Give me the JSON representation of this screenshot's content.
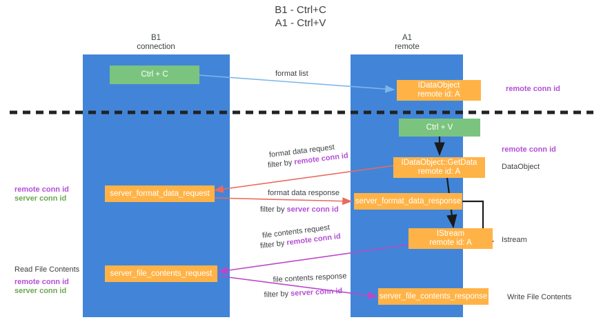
{
  "title": {
    "line1": "B1 - Ctrl+C",
    "line2": "A1 - Ctrl+V"
  },
  "columns": {
    "left": {
      "name": "B1",
      "role": "connection"
    },
    "right": {
      "name": "A1",
      "role": "remote"
    }
  },
  "colors": {
    "lane": "#4285d8",
    "green_box": "#7bc47f",
    "orange_box": "#ffb347",
    "magenta_text": "#b34fd6",
    "green_text": "#6aa84f",
    "blue_arrow": "#7eb6e8",
    "red_arrow": "#ea6a5e",
    "black_arrow": "#1a1a1a",
    "divider": "#222222"
  },
  "boxes": {
    "ctrl_c": "Ctrl + C",
    "ctrl_v": "Ctrl + V",
    "idataobject": "IDataObject\nremote id: A",
    "idataobject_getdata": "IDataObject::GetData\nremote id: A",
    "istream": "IStream\nremote id: A",
    "server_format_data_request": "server_format_data_request",
    "server_format_data_response": "server_format_data_response",
    "server_file_contents_request": "server_file_contents_request",
    "server_file_contents_response": "server_file_contents_response"
  },
  "arrow_labels": {
    "format_list": "format list",
    "format_data_request": "format data request",
    "format_data_request_filter_prefix": "filter by ",
    "format_data_request_filter_key": "remote conn id",
    "format_data_response": "format data response",
    "format_data_response_filter_prefix": "filter by ",
    "format_data_response_filter_key": "server conn id",
    "file_contents_request": "file contents request",
    "file_contents_request_filter_prefix": "filter by ",
    "file_contents_request_filter_key": "remote conn id",
    "file_contents_response": "file contents response",
    "file_contents_response_filter_prefix": "filter by ",
    "file_contents_response_filter_key": "server conn id"
  },
  "left_annotations": {
    "remote_conn_id": "remote conn id",
    "server_conn_id": "server conn id",
    "read_file_contents": "Read File Contents",
    "remote_conn_id_2": "remote conn id",
    "server_conn_id_2": "server conn id"
  },
  "right_annotations": {
    "remote_conn_id_top": "remote conn id",
    "remote_conn_id_mid": "remote conn id",
    "dataobject": "DataObject",
    "istream": "Istream",
    "write_file_contents": "Write File Contents"
  }
}
